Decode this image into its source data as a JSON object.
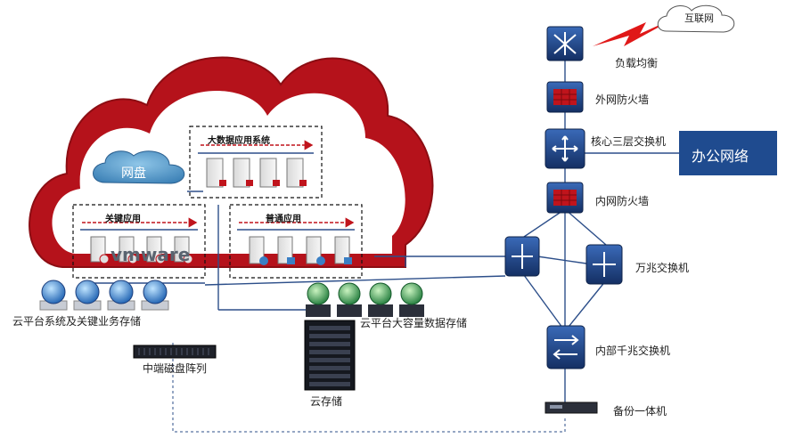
{
  "labels": {
    "internet": "互联网",
    "load_balancer": "负载均衡",
    "external_firewall": "外网防火墙",
    "core_switch": "核心三层交换机",
    "office_network": "办公网络",
    "internal_firewall": "内网防火墙",
    "ten_gig_switch": "万兆交换机",
    "internal_gig_switch": "内部千兆交换机",
    "backup_appliance": "备份一体机",
    "netdisk": "网盘",
    "big_data_system": "大数据应用系统",
    "key_apps": "关键应用",
    "general_apps": "普通应用",
    "vmware_logo": "vmware",
    "cloud_platform_storage": "云平台系统及关键业务存储",
    "mid_disk_array": "中端磁盘阵列",
    "cloud_bulk_storage": "云平台大容量数据存储",
    "cloud_storage": "云存储"
  },
  "colors": {
    "cloud_red": "#b5121b",
    "office_box": "#1f4b8f",
    "device_blue": "#1a3d7c",
    "link_blue": "#2d4f8a",
    "arrow_red": "#c0141c",
    "bolt_red": "#e01818"
  }
}
